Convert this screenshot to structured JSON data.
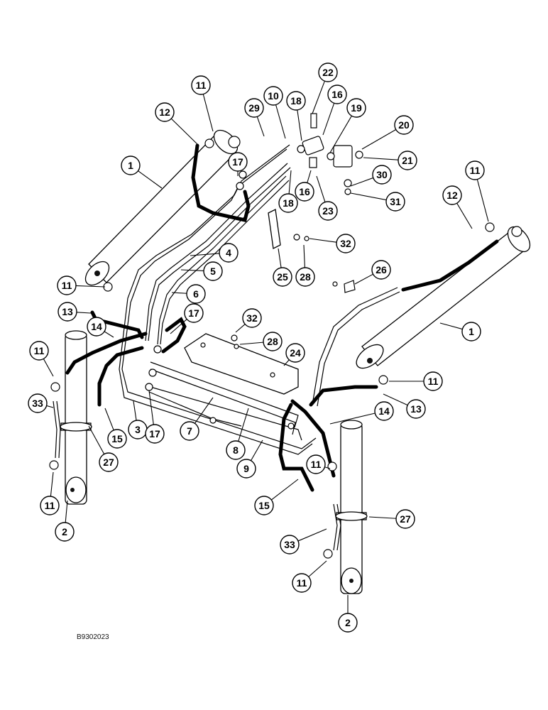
{
  "drawing_code": "B9302023",
  "callouts": [
    "22",
    "11",
    "16",
    "12",
    "10",
    "29",
    "18",
    "19",
    "20",
    "17",
    "21",
    "1",
    "30",
    "18",
    "16",
    "23",
    "31",
    "11",
    "12",
    "32",
    "4",
    "25",
    "28",
    "5",
    "26",
    "11",
    "6",
    "17",
    "13",
    "32",
    "1",
    "14",
    "28",
    "24",
    "11",
    "11",
    "13",
    "33",
    "14",
    "3",
    "17",
    "15",
    "7",
    "8",
    "9",
    "27",
    "11",
    "27",
    "15",
    "11",
    "2",
    "33",
    "11",
    "2"
  ],
  "leader_style": "straight"
}
